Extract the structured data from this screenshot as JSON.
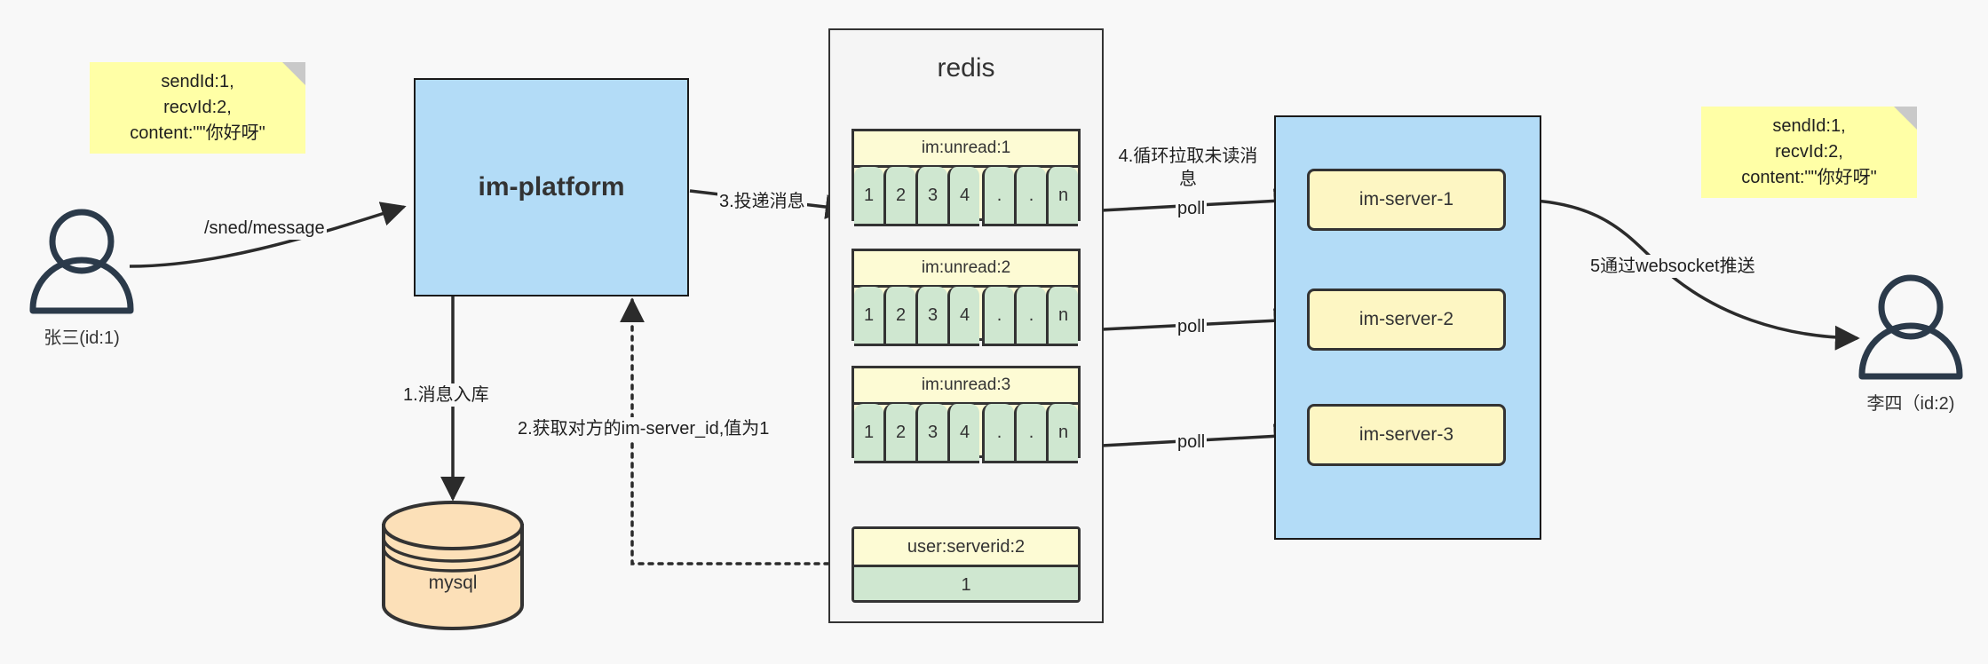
{
  "diagram": {
    "title": "IM message delivery architecture",
    "colors": {
      "note_yellow": "#ffffa6",
      "process_blue": "#b3dcf7",
      "redis_key_yellow": "#fdfbd4",
      "redis_cell_green": "#cfe7d0",
      "server_yellow": "#fdf6c3",
      "mysql_orange": "#fce0b8",
      "stroke": "#333333",
      "canvas": "#f8f8f8"
    },
    "notes": [
      {
        "id": "note-left",
        "text": "sendId:1,\nrecvId:2,\ncontent:\"\"你好呀\""
      },
      {
        "id": "note-right",
        "text": "sendId:1,\nrecvId:2,\ncontent:\"\"你好呀\""
      }
    ],
    "actors": [
      {
        "id": "actor-sender",
        "icon": "user-icon",
        "caption": "张三(id:1)"
      },
      {
        "id": "actor-receiver",
        "icon": "user-icon",
        "caption": "李四（id:2)"
      }
    ],
    "platform": {
      "label": "im-platform"
    },
    "database": {
      "label": "mysql",
      "icon": "database-cylinder-icon"
    },
    "redis": {
      "title": "redis",
      "structures": [
        {
          "key": "im:unread:1",
          "cells": [
            "1",
            "2",
            "3",
            "4",
            ".",
            ".",
            "n"
          ]
        },
        {
          "key": "im:unread:2",
          "cells": [
            "1",
            "2",
            "3",
            "4",
            ".",
            ".",
            "n"
          ]
        },
        {
          "key": "im:unread:3",
          "cells": [
            "1",
            "2",
            "3",
            "4",
            ".",
            ".",
            "n"
          ]
        }
      ],
      "kv": {
        "key": "user:serverid:2",
        "value": "1"
      }
    },
    "servers": {
      "items": [
        {
          "label": "im-server-1"
        },
        {
          "label": "im-server-2"
        },
        {
          "label": "im-server-3"
        }
      ]
    },
    "edge_labels": {
      "send_message": "/sned/message",
      "step1": "1.消息入库",
      "step2": "2.获取对方的im-server_id,值为1",
      "step3": "3.投递消息",
      "step4": "4.循环拉取未读消\n息",
      "step5": "5通过websocket推送",
      "poll1": "poll",
      "poll2": "poll",
      "poll3": "poll"
    }
  }
}
